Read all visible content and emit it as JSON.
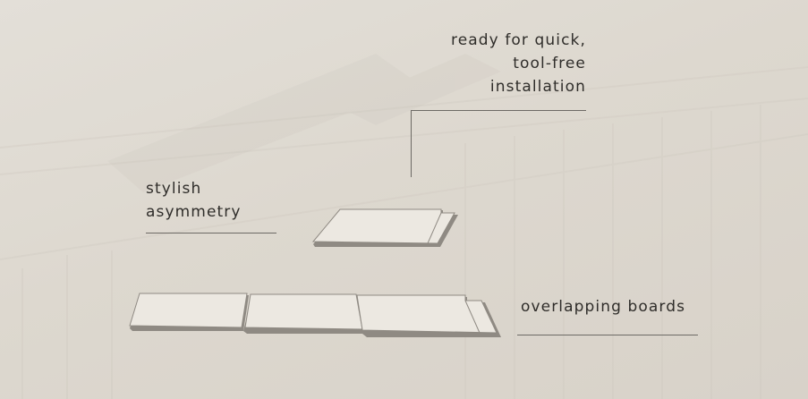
{
  "callouts": {
    "installation": {
      "lines": [
        "ready for quick,",
        "tool-free",
        "installation"
      ]
    },
    "asymmetry": {
      "lines": [
        "stylish",
        "asymmetry"
      ]
    },
    "overlap": {
      "lines": [
        "overlapping boards"
      ]
    }
  },
  "colors": {
    "background": "#dcd7cf",
    "text": "#2f2d2a",
    "rule": "#6d6a65",
    "board_face": "#ece8e1",
    "board_edge": "#8f8a83"
  }
}
